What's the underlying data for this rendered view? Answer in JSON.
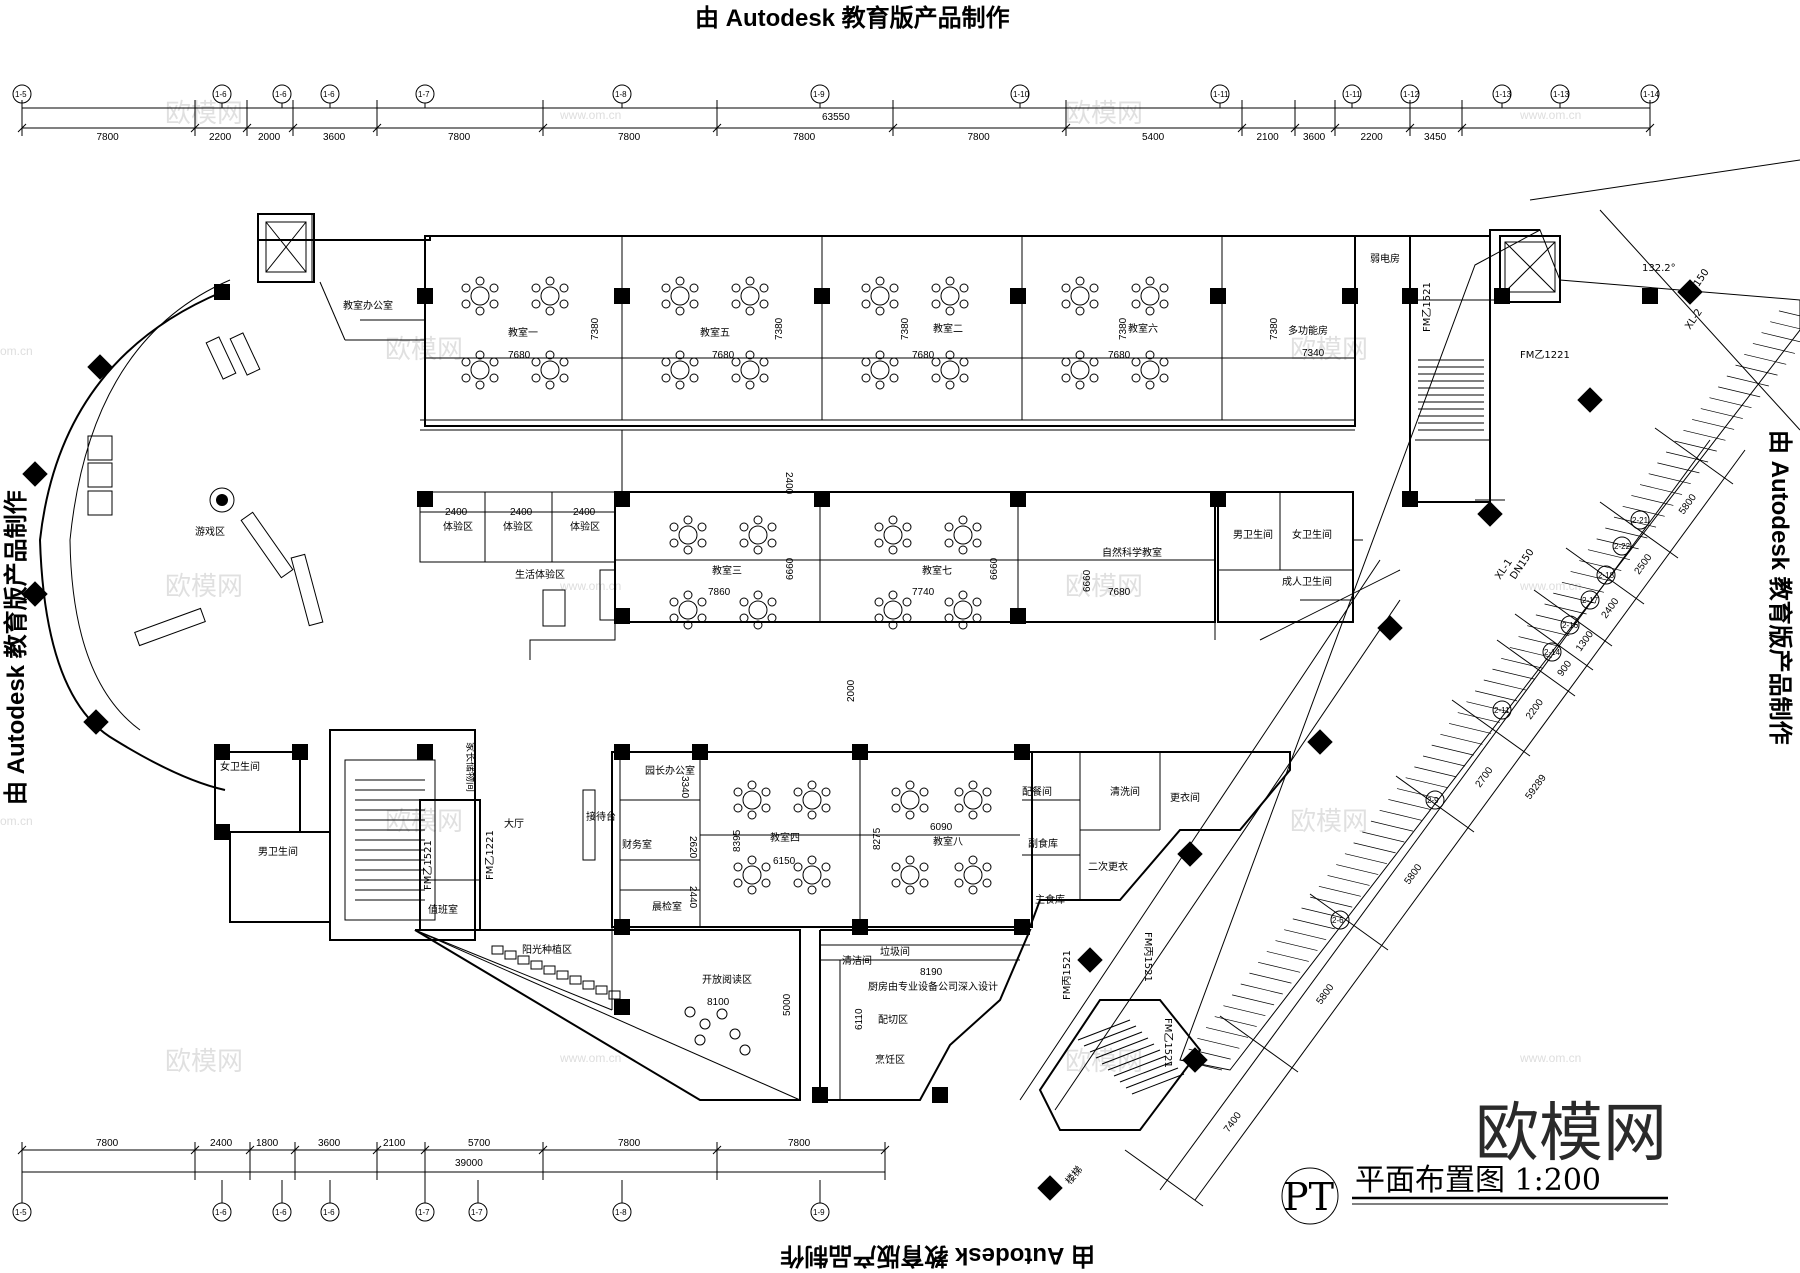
{
  "stamps": {
    "top": "由 Autodesk 教育版产品制作",
    "bottom": "由 Autodesk 教育版产品制作",
    "left": "由 Autodesk 教育版产品制作",
    "right": "由 Autodesk 教育版产品制作"
  },
  "title": {
    "text": "平面布置图  1:200",
    "code": "PT"
  },
  "watermark": {
    "brand": "欧模网",
    "site": "www.om.cn",
    "side": "om.cn"
  },
  "top_axes": [
    "1-5",
    "1-6",
    "1-6",
    "1-6",
    "1-7",
    "1-8",
    "1-9",
    "1-10",
    "1-11",
    "1-11",
    "1-12",
    "1-13",
    "1-13",
    "1-14"
  ],
  "top_total": "63550",
  "top_dims": [
    "7800",
    "2200",
    "2000",
    "3600",
    "7800",
    "7800",
    "7800",
    "7800",
    "5400",
    "2100",
    "3600",
    "2200",
    "3450"
  ],
  "bottom_axes": [
    "1-5",
    "1-6",
    "1-6",
    "1-6",
    "1-7",
    "1-7",
    "1-8",
    "1-9"
  ],
  "bottom_total": "39000",
  "bottom_dims": [
    "7800",
    "2400",
    "1800",
    "3600",
    "2100",
    "5700",
    "7800",
    "7800"
  ],
  "diag_dims": [
    "5800",
    "2500",
    "2400",
    "1300",
    "900",
    "2200",
    "2700",
    "5800",
    "5800",
    "7400"
  ],
  "diag_total": "59289",
  "diag_axes": [
    "2-21",
    "2-22",
    "2-18",
    "2-17",
    "2-16",
    "2-14",
    "2-11",
    "2-9",
    "2-6"
  ],
  "rooms": {
    "office_teacher": "教室办公室",
    "c1": "教室一",
    "c1_w": "7680",
    "c1_h": "7380",
    "c5": "教室五",
    "c5_w": "7680",
    "c5_h": "7380",
    "c2": "教室二",
    "c2_w": "7680",
    "c2_h": "7380",
    "c6": "教室六",
    "c6_w": "7680",
    "c6_h": "7380",
    "multi": "多功能房",
    "multi_w": "7340",
    "multi_h": "7380",
    "elec": "弱电房",
    "play": "游戏区",
    "exp1": "体验区",
    "exp2": "体验区",
    "exp3": "体验区",
    "exp_w": "2400",
    "life": "生活体验区",
    "c3": "教室三",
    "c3_w": "7860",
    "c3_h": "6660",
    "c7": "教室七",
    "c7_w": "7740",
    "c7_h": "6660",
    "sci": "自然科学教室",
    "sci_w": "7680",
    "sci_h": "6660",
    "wc_m": "男卫生间",
    "wc_f": "女卫生间",
    "wc_adult": "成人卫生间",
    "corr1": "2400",
    "corr2": "2000",
    "wc_f2": "女卫生间",
    "wc_m2": "男卫生间",
    "storage": "家长储物间",
    "hall": "大厅",
    "reception": "接待台",
    "principal": "园长办公室",
    "principal_w": "3340",
    "finance": "财务室",
    "finance_w": "2620",
    "clinic": "晨检室",
    "clinic_w": "2440",
    "c4": "教室四",
    "c4_w": "6150",
    "c4_h": "8395",
    "c8": "教室八",
    "c8_w": "6090",
    "c8_h": "8275",
    "serve": "配餐间",
    "wash": "清洗间",
    "dress": "更衣间",
    "sub_store": "副食库",
    "second": "二次更衣",
    "main_store": "主食库",
    "duty": "值班室",
    "sun": "阳光种植区",
    "read": "开放阅读区",
    "read_w": "8100",
    "clean": "清洁间",
    "garbage": "垃圾间",
    "kitchen_note": "厨房由专业设备公司深入设计",
    "kitchen_w": "8190",
    "prep": "配切区",
    "prep_h": "6110",
    "cook": "烹饪区",
    "stair_b": "楼梯",
    "read_h": "5000",
    "fm1": "FM乙1521",
    "fm2": "FM乙1221",
    "fm3": "FM丙1521",
    "pipe1": "XL-1",
    "pipe2": "XL-2",
    "pipe1b": "DN150",
    "angle": "132.2°"
  }
}
